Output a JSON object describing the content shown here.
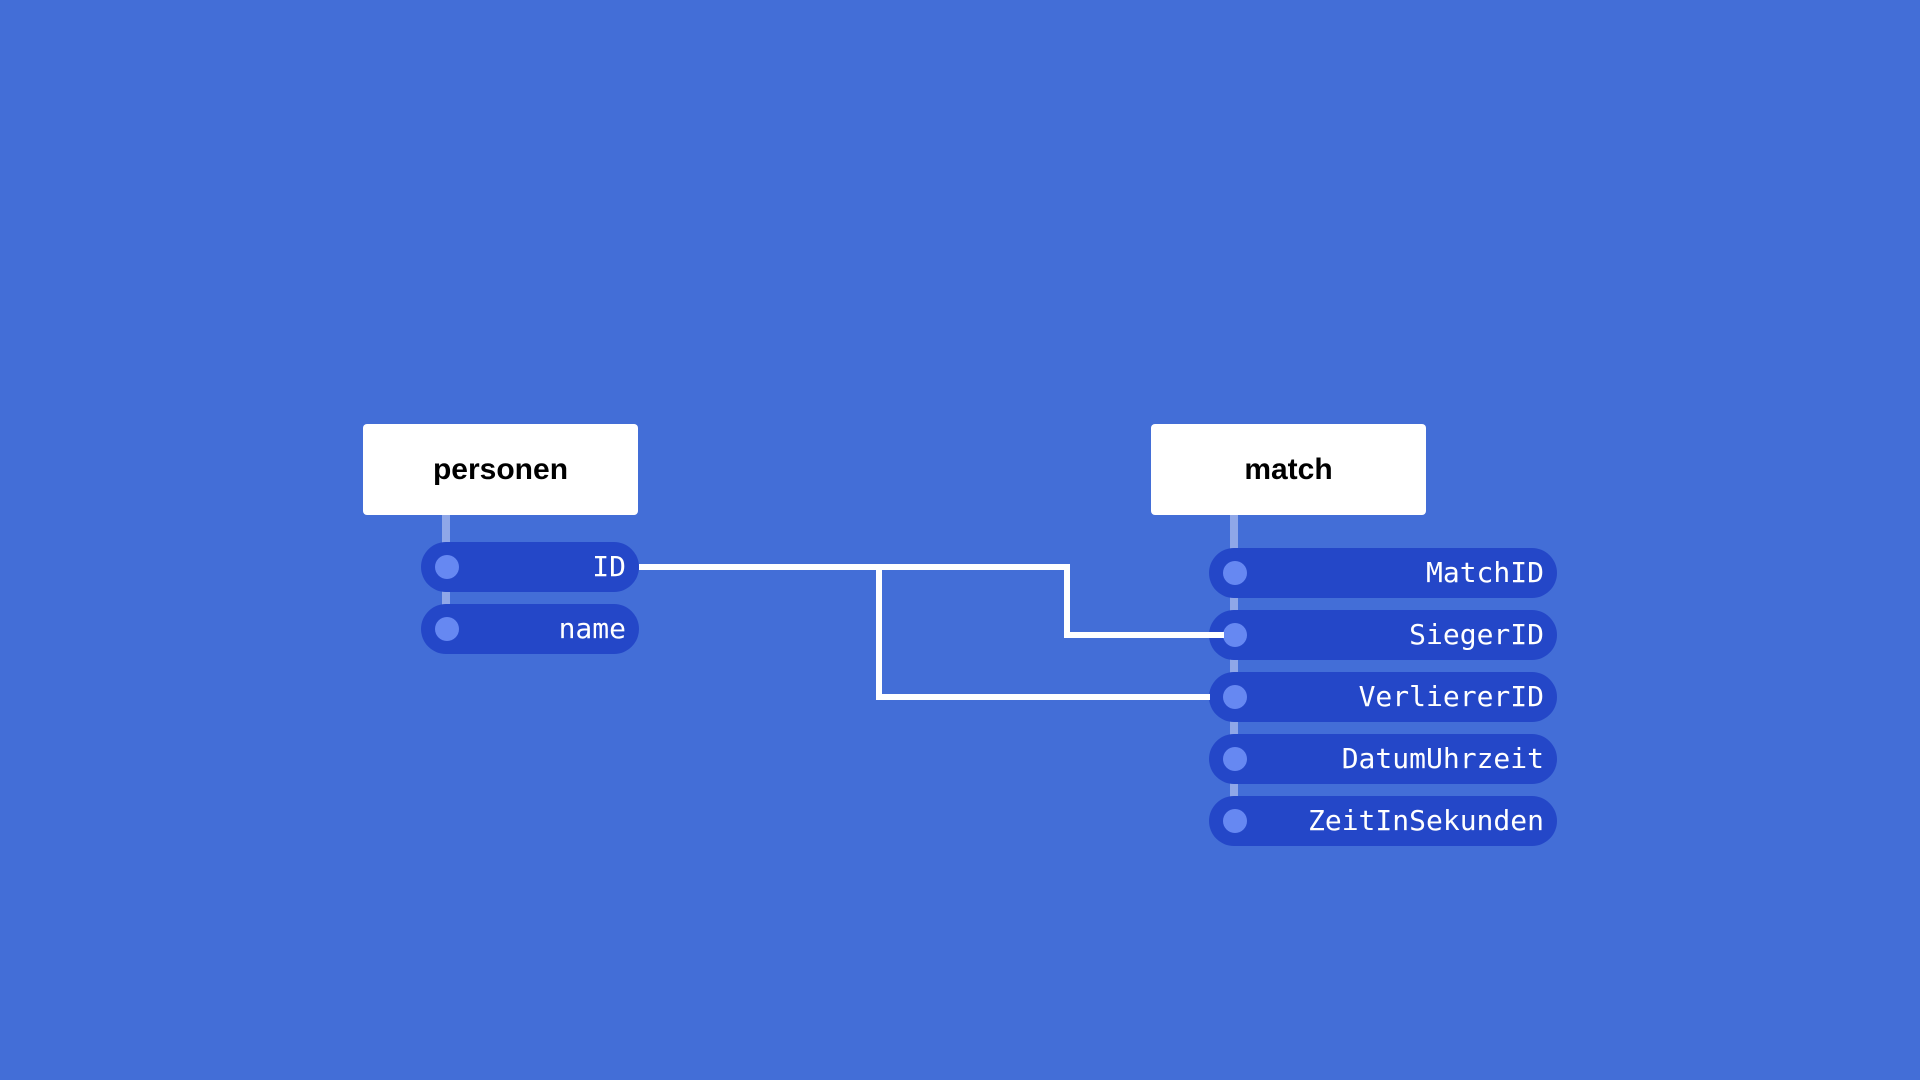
{
  "diagram": {
    "type": "entity-relationship",
    "colors": {
      "background": "#436ed7",
      "header_fill": "#ffffff",
      "field_fill": "#2447c8",
      "field_dot": "#6688f2",
      "spine": "#8fa7e8",
      "connector": "#ffffff"
    },
    "tables": [
      {
        "name": "personen",
        "fields": [
          "ID",
          "name"
        ]
      },
      {
        "name": "match",
        "fields": [
          "MatchID",
          "SiegerID",
          "VerliererID",
          "DatumUhrzeit",
          "ZeitInSekunden"
        ]
      }
    ],
    "relations": [
      {
        "from": "personen.ID",
        "to": "match.SiegerID"
      },
      {
        "from": "personen.ID",
        "to": "match.VerliererID"
      }
    ]
  }
}
